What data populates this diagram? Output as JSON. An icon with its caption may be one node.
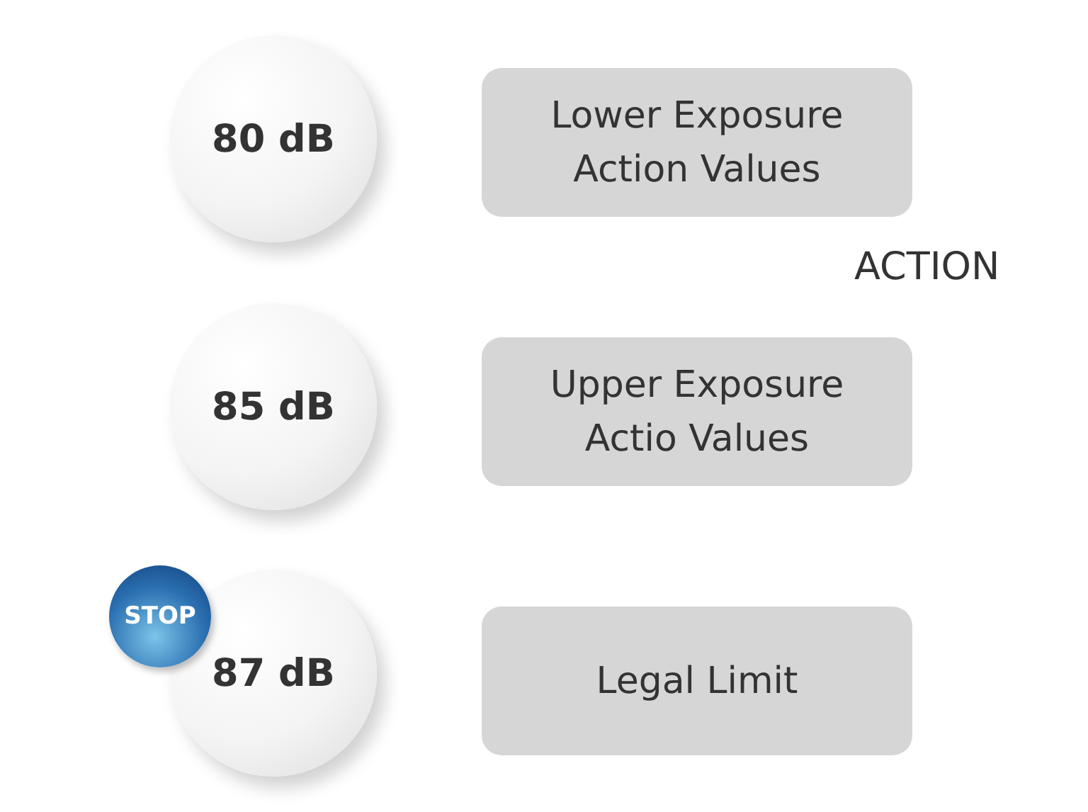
{
  "diagram": {
    "nodes": [
      {
        "text": [
          "80 dB"
        ]
      },
      {
        "text": [
          "Lower Exposure Action Values"
        ]
      },
      {
        "text": [
          "85 dB"
        ]
      },
      {
        "text": [
          "Upper Exposure Actio Values"
        ]
      },
      {
        "text": [
          "STOP"
        ]
      },
      {
        "text": [
          "87 dB"
        ]
      },
      {
        "text": [
          "Legal Limit"
        ]
      }
    ],
    "edges": [],
    "labels": [
      "ACTION"
    ]
  }
}
